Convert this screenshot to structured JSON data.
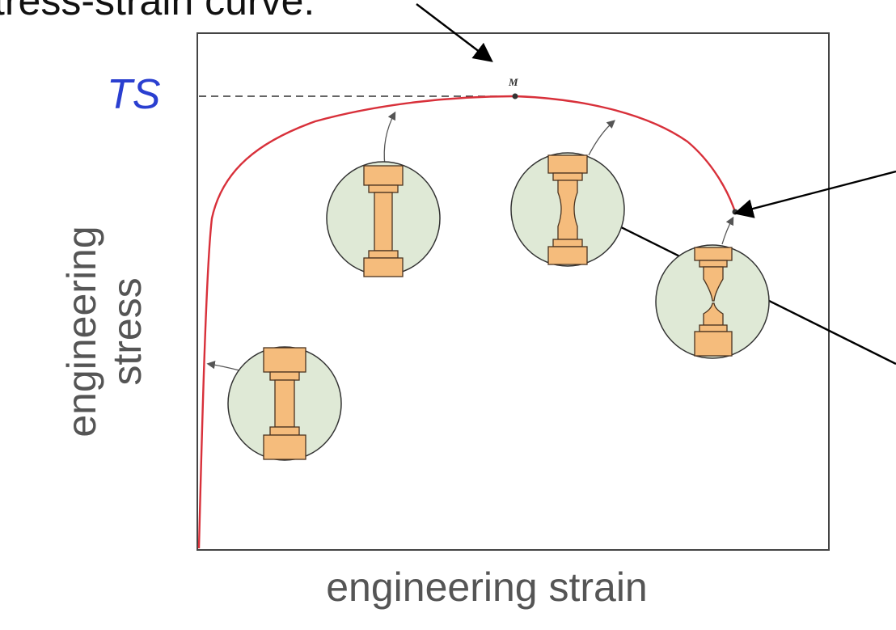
{
  "title_fragment": "tress-strain curve:",
  "ts_label": "TS",
  "point_label": "M",
  "xlabel": "engineering strain",
  "ylabel_line1": "engineering",
  "ylabel_line2": "stress",
  "colors": {
    "curve": "#d8303a",
    "ts_label": "#2a3fd0",
    "axis_label": "#555555",
    "specimen_fill": "#f5bc7c",
    "specimen_stroke": "#4a3320",
    "inset_fill": "#dfe9d6",
    "frame": "#444444"
  },
  "insets": [
    {
      "name": "specimen-inset-elastic",
      "stage": "elastic"
    },
    {
      "name": "specimen-inset-uniform",
      "stage": "uniform-deformation"
    },
    {
      "name": "specimen-inset-necking",
      "stage": "necking"
    },
    {
      "name": "specimen-inset-fracture",
      "stage": "fracture"
    }
  ]
}
